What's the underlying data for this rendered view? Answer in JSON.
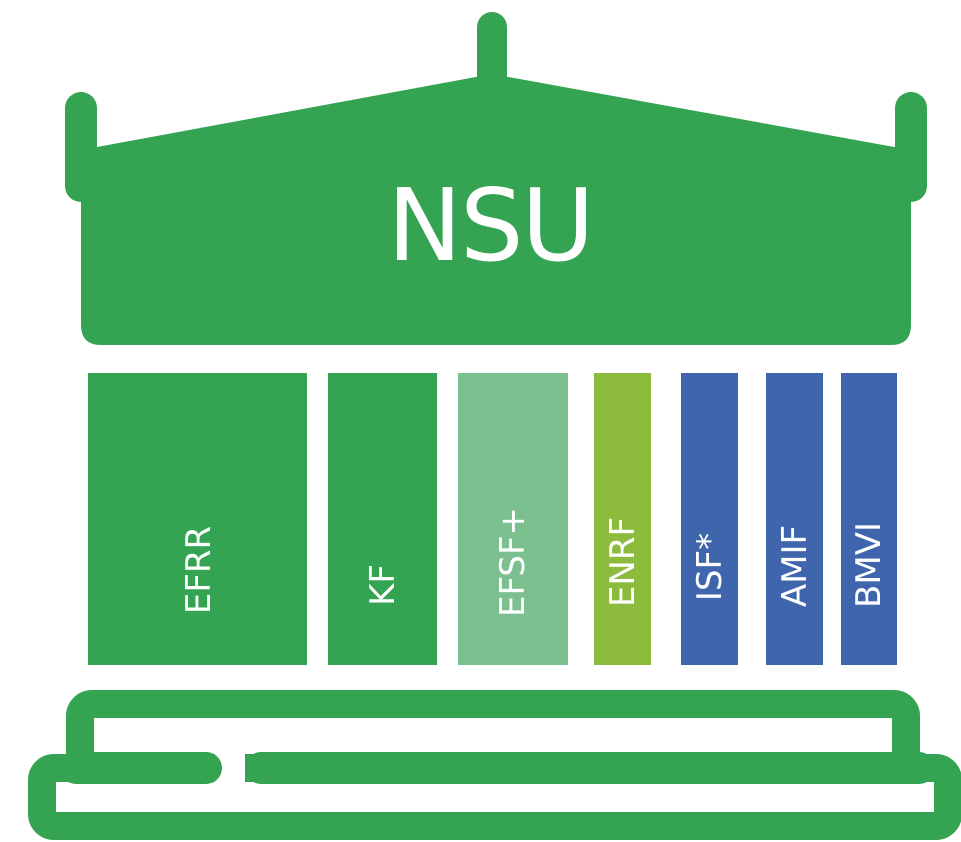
{
  "title": "NSU",
  "colors": {
    "green": "#34a352",
    "light_green": "#7cc090",
    "lime": "#8cbb3e",
    "blue": "#3f66ac",
    "background": "#ffffff"
  },
  "pillars": [
    {
      "label": "EFRR",
      "color": "#34a352"
    },
    {
      "label": "KF",
      "color": "#34a352"
    },
    {
      "label": "EFSF+",
      "color": "#7cc090"
    },
    {
      "label": "ENRF",
      "color": "#8cbb3e"
    },
    {
      "label": "ISF*",
      "color": "#3f66ac"
    },
    {
      "label": "AMIF",
      "color": "#3f66ac"
    },
    {
      "label": "BMVI",
      "color": "#3f66ac"
    }
  ]
}
